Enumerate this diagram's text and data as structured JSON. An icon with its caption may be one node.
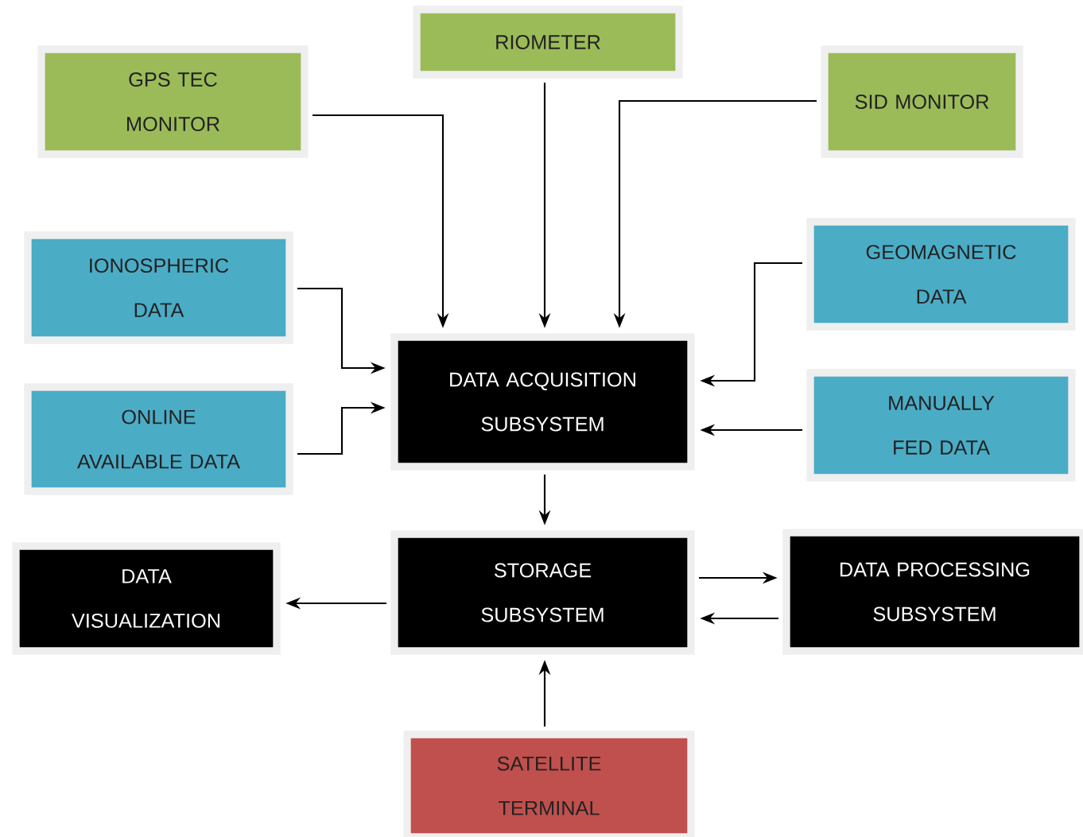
{
  "diagram": {
    "nodes": [
      {
        "text": [
          "GPS TEC MONITOR"
        ]
      },
      {
        "text": [
          "RIOMETER"
        ]
      },
      {
        "text": [
          "SID MONITOR"
        ]
      },
      {
        "text": [
          "IONOSPHERIC DATA"
        ]
      },
      {
        "text": [
          "GEOMAGNETIC DATA"
        ]
      },
      {
        "text": [
          "DATA ACQUISITION SUBSYSTEM"
        ]
      },
      {
        "text": [
          "ONLINE AVAILABLE DATA"
        ]
      },
      {
        "text": [
          "MANUALLY FED DATA"
        ]
      },
      {
        "text": [
          "DATA VISUALIZATION"
        ]
      },
      {
        "text": [
          "STORAGE SUBSYSTEM"
        ]
      },
      {
        "text": [
          "DATA PROCESSING SUBSYSTEM"
        ]
      },
      {
        "text": [
          "SATELLITE TERMINAL"
        ]
      }
    ],
    "edges": [
      {
        "from": 0,
        "to": 5,
        "arrow": "to"
      },
      {
        "from": 1,
        "to": 5,
        "arrow": "to"
      },
      {
        "from": 2,
        "to": 5,
        "arrow": "to"
      },
      {
        "from": 3,
        "to": 5,
        "arrow": "to"
      },
      {
        "from": 4,
        "to": 5,
        "arrow": "to"
      },
      {
        "from": 6,
        "to": 5,
        "arrow": "to"
      },
      {
        "from": 7,
        "to": 5,
        "arrow": "to"
      },
      {
        "from": 5,
        "to": 9,
        "arrow": "to"
      },
      {
        "from": 9,
        "to": 8,
        "arrow": "to"
      },
      {
        "from": 9,
        "to": 10,
        "arrow": "to"
      },
      {
        "from": 10,
        "to": 9,
        "arrow": "to"
      },
      {
        "from": 11,
        "to": 9,
        "arrow": "to"
      }
    ]
  }
}
